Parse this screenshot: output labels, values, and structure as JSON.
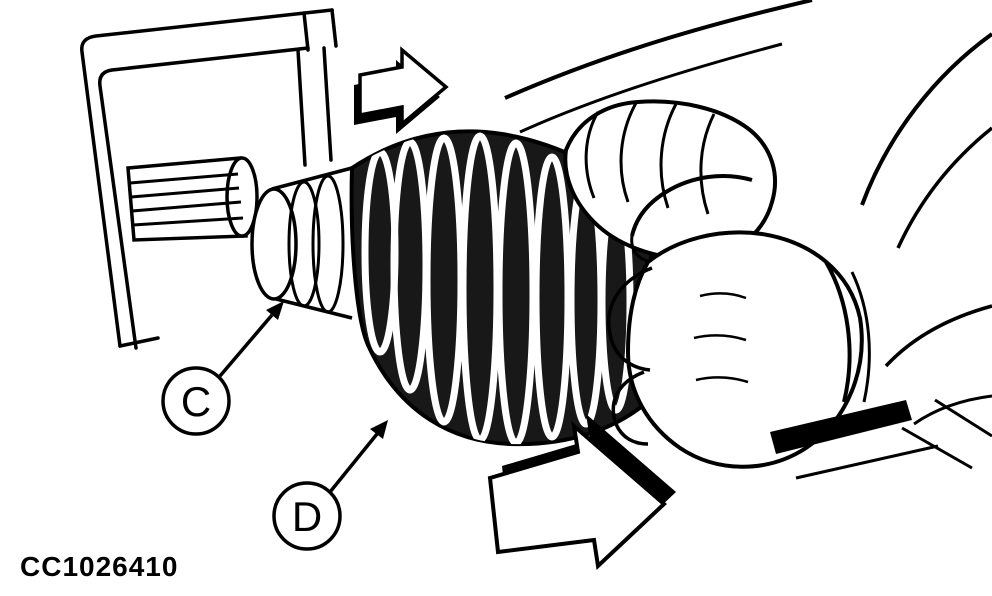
{
  "illustration": {
    "figure_code": "CC1026410",
    "callouts": {
      "c": "C",
      "d": "D"
    },
    "colors": {
      "ink": "#000000",
      "paper": "#ffffff",
      "hose_dark": "#181818"
    }
  }
}
